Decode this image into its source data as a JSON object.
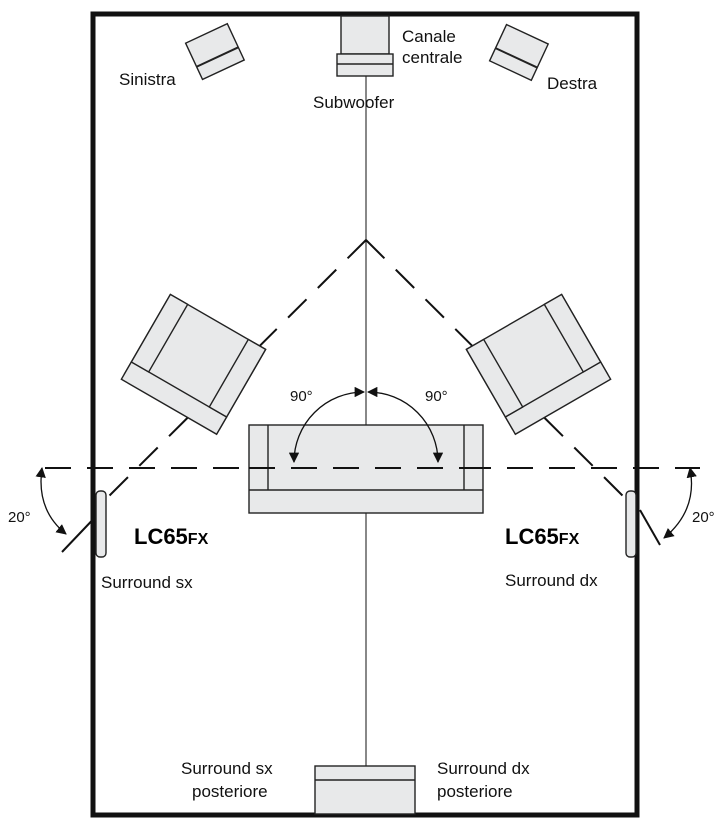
{
  "labels": {
    "left": "Sinistra",
    "center_line1": "Canale",
    "center_line2": "centrale",
    "right": "Destra",
    "subwoofer": "Subwoofer",
    "surround_left": "Surround sx",
    "surround_right": "Surround dx",
    "rear_left_line1": "Surround sx",
    "rear_left_line2": "posteriore",
    "rear_right_line1": "Surround dx",
    "rear_right_line2": "posteriore",
    "angle_left_90": "90°",
    "angle_right_90": "90°",
    "angle_left_20": "20°",
    "angle_right_20": "20°",
    "model_main": "LC65",
    "model_suffix": "FX"
  },
  "colors": {
    "furniture_fill": "#e8e9ea",
    "line": "#111111"
  }
}
